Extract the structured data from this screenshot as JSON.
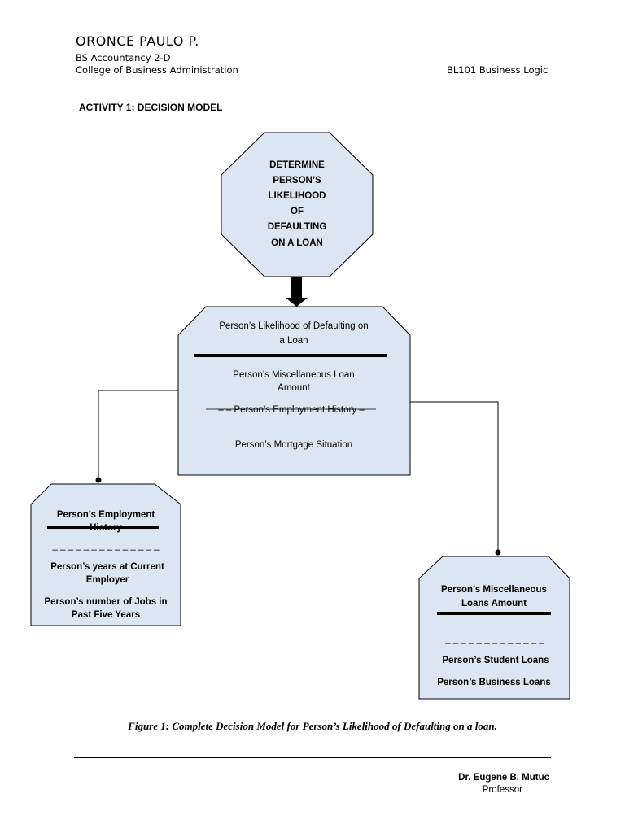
{
  "header": {
    "name": "ORONCE PAULO P.",
    "program": "BS Accountancy 2-D",
    "college": "College of Business Administration",
    "course": "BL101 Business Logic"
  },
  "activity_title": "ACTIVITY 1: DECISION MODEL",
  "diagram": {
    "decision": {
      "lines": [
        "DETERMINE",
        "PERSON’S",
        "LIKELIHOOD",
        "OF",
        "DEFAULTING",
        "ON A LOAN"
      ]
    },
    "main_node": {
      "title_lines": [
        "Person’s Likelihood of Defaulting on",
        "a Loan"
      ],
      "inputs": {
        "misc_lines": [
          "Person’s Miscellaneous Loan",
          "Amount"
        ],
        "employment": "– – Person’s Employment History –",
        "mortgage": "Person’s Mortgage Situation"
      }
    },
    "employment_node": {
      "title_lines": [
        "Person’s Employment",
        "History"
      ],
      "dashes": "_ _ _ _ _ _ _ _ _ _ _ _ _ _",
      "item1_lines": [
        "Person’s years at Current",
        "Employer"
      ],
      "item2_lines": [
        "Person’s number of Jobs in",
        "Past Five Years"
      ]
    },
    "misc_node": {
      "title_lines": [
        "Person’s Miscellaneous",
        "Loans Amount"
      ],
      "dashes": "_ _ _ _ _ _ _ _ _ _ _ _ _",
      "item1": "Person’s Student Loans",
      "item2": "Person’s Business Loans"
    },
    "colors": {
      "node_fill": "#dce6f2",
      "stroke": "#000000"
    }
  },
  "caption": "Figure 1: Complete Decision Model for Person’s Likelihood of Defaulting on a loan.",
  "footer": {
    "professor_name": "Dr. Eugene B. Mutuc",
    "professor_title": "Professor"
  }
}
